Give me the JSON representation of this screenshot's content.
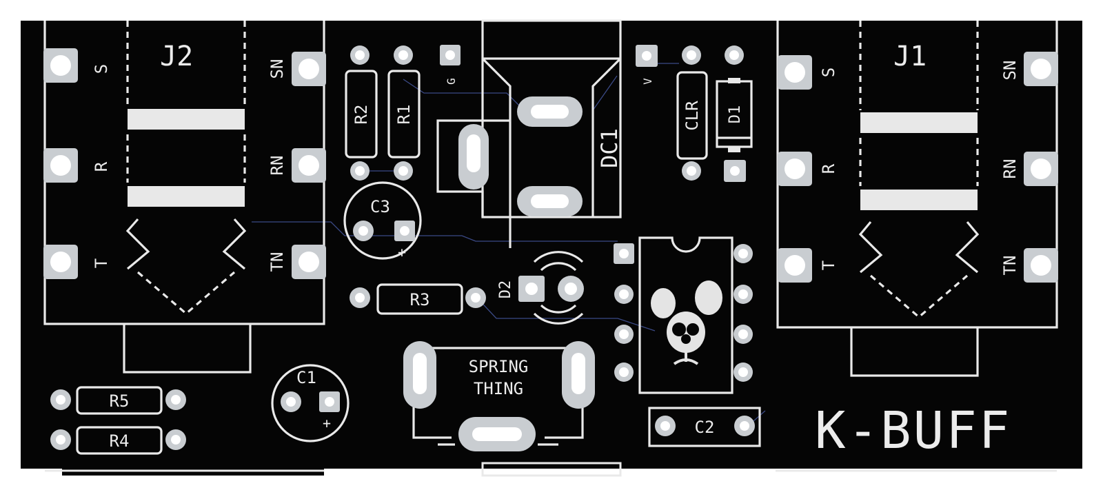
{
  "board": {
    "title": "K-BUFF",
    "footswitch_lines": [
      "SPRING",
      "THING"
    ],
    "colors": {
      "board": "#050505",
      "silkscreen": "#ececec",
      "pad": "#c9cdd1",
      "hole": "#ffffff",
      "trace": "#3b4a86"
    }
  },
  "jacks": {
    "j2": {
      "ref": "J2",
      "s": "S",
      "r": "R",
      "t": "T",
      "sn": "SN",
      "rn": "RN",
      "tn": "TN"
    },
    "j1": {
      "ref": "J1",
      "s": "S",
      "r": "R",
      "t": "T",
      "sn": "SN",
      "rn": "RN",
      "tn": "TN"
    }
  },
  "components": {
    "r1": "R1",
    "r2": "R2",
    "r3": "R3",
    "r4": "R4",
    "r5": "R5",
    "c1": "C1",
    "c2": "C2",
    "c3": "C3",
    "d1": "D1",
    "d2": "D2",
    "dc1": "DC1",
    "clr": "CLR",
    "plus": "+",
    "g": "G",
    "v": "V"
  },
  "icons": [
    "mascot-logo-icon"
  ]
}
